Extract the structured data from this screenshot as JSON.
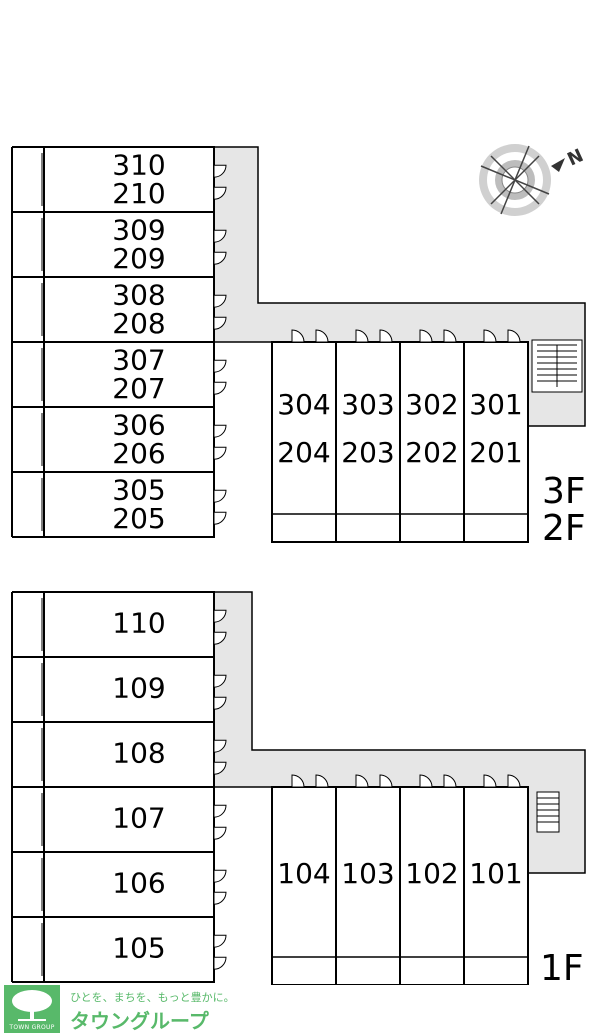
{
  "floors": {
    "upper": {
      "label_top": "3F",
      "label_bottom": "2F",
      "left_block": [
        {
          "top": "310",
          "bottom": "210"
        },
        {
          "top": "309",
          "bottom": "209"
        },
        {
          "top": "308",
          "bottom": "208"
        },
        {
          "top": "307",
          "bottom": "207"
        },
        {
          "top": "306",
          "bottom": "206"
        },
        {
          "top": "305",
          "bottom": "205"
        }
      ],
      "right_block": [
        {
          "top": "304",
          "bottom": "204"
        },
        {
          "top": "303",
          "bottom": "203"
        },
        {
          "top": "302",
          "bottom": "202"
        },
        {
          "top": "301",
          "bottom": "201"
        }
      ]
    },
    "ground": {
      "label": "1F",
      "left_block": [
        "110",
        "109",
        "108",
        "107",
        "106",
        "105"
      ],
      "right_block": [
        "104",
        "103",
        "102",
        "101"
      ]
    }
  },
  "compass": {
    "north_label": "N",
    "icon": "compass-icon"
  },
  "logo": {
    "slogan": "ひとを、まちを、もっと豊かに。",
    "name": "タウングループ",
    "mark_text": "TOWN GROUP"
  },
  "colors": {
    "corridor": "#e6e6e6",
    "wall": "#000000",
    "brand": "#58b96a"
  }
}
